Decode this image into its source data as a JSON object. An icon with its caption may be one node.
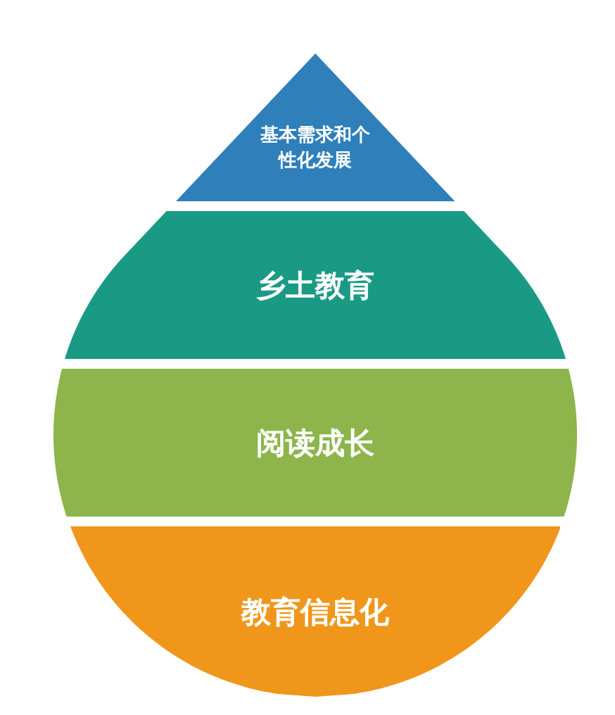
{
  "diagram": {
    "nodes": [
      {
        "text": [
          "基本需求和个性化发展"
        ]
      },
      {
        "text": [
          "乡土教育"
        ]
      },
      {
        "text": [
          "阅读成长"
        ]
      },
      {
        "text": [
          "教育信息化"
        ]
      }
    ]
  }
}
